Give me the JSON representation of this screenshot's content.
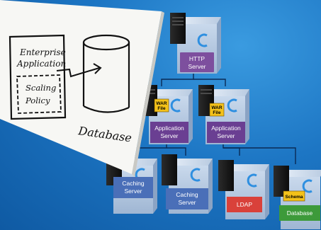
{
  "sketch": {
    "app_line1": "Enterprise",
    "app_line2": "Application",
    "policy_line1": "Scaling",
    "policy_line2": "Policy",
    "database_label": "Database"
  },
  "nodes": {
    "http": {
      "line1": "HTTP",
      "line2": "Server"
    },
    "app1": {
      "line1": "Application",
      "line2": "Server",
      "badge1": "WAR",
      "badge2": "File"
    },
    "app2": {
      "line1": "Application",
      "line2": "Server",
      "badge1": "WAR",
      "badge2": "File"
    },
    "cache1": {
      "line1": "Caching",
      "line2": "Server"
    },
    "cache2": {
      "line1": "Caching",
      "line2": "Server"
    },
    "ldap": {
      "line1": "LDAP"
    },
    "db": {
      "line1": "Database",
      "badge1": "Schema"
    }
  },
  "colors": {
    "http": "#7d4f9e",
    "app": "#6a3f92",
    "cache": "#4a6fb8",
    "ldap": "#d9413a",
    "db": "#3d9a3a",
    "badge": "#f4c21a"
  }
}
